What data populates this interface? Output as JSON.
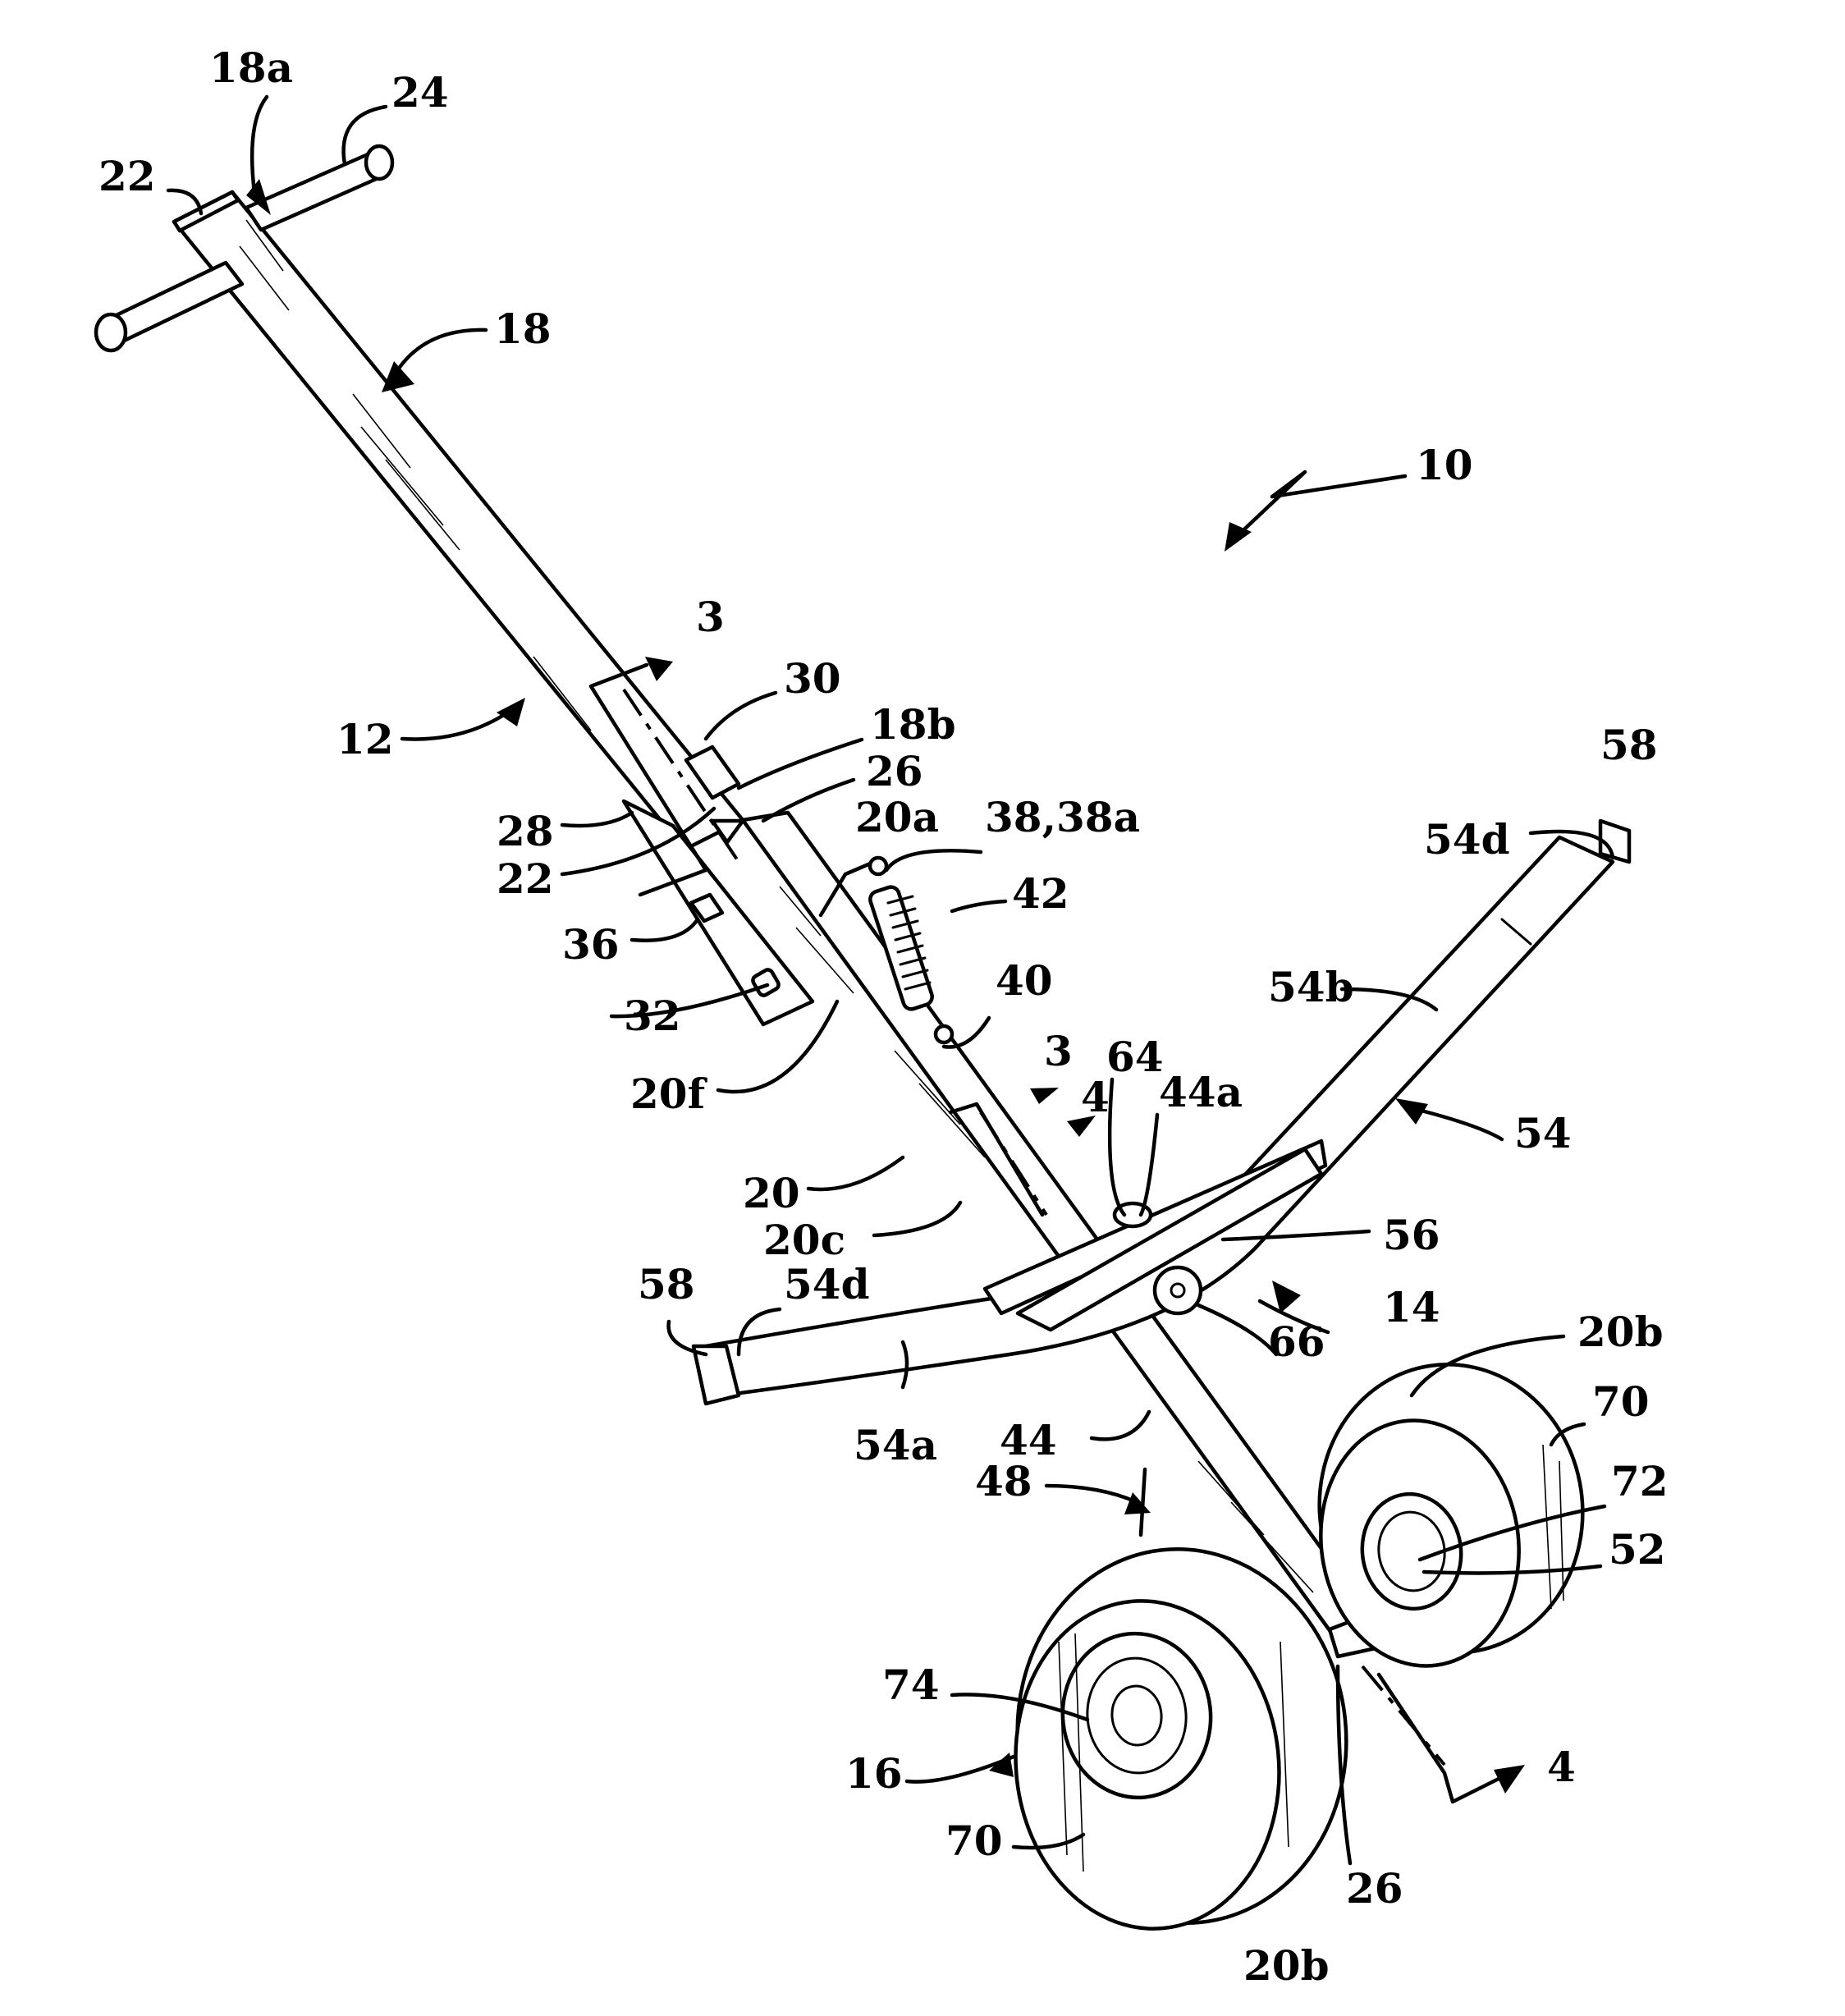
{
  "figure": {
    "labels": {
      "l_18a": "18a",
      "l_24": "24",
      "l_22_top": "22",
      "l_18": "18",
      "l_10": "10",
      "l_3_top": "3",
      "l_30": "30",
      "l_18b": "18b",
      "l_12": "12",
      "l_26_mid": "26",
      "l_20a": "20a",
      "l_38": "38,38a",
      "l_28": "28",
      "l_22_mid": "22",
      "l_42": "42",
      "l_36": "36",
      "l_58_right": "58",
      "l_54d_right": "54d",
      "l_40": "40",
      "l_32": "32",
      "l_54b": "54b",
      "l_3_bottom": "3",
      "l_64": "64",
      "l_44a": "44a",
      "l_20f": "20f",
      "l_4_top": "4",
      "l_54": "54",
      "l_20": "20",
      "l_20c": "20c",
      "l_56": "56",
      "l_58_left": "58",
      "l_54d_left": "54d",
      "l_14": "14",
      "l_66": "66",
      "l_20b_top": "20b",
      "l_70_right": "70",
      "l_44": "44",
      "l_54a": "54a",
      "l_48": "48",
      "l_72": "72",
      "l_52": "52",
      "l_74": "74",
      "l_4_bottom": "4",
      "l_16": "16",
      "l_70_left": "70",
      "l_26_bottom": "26",
      "l_20b_bottom": "20b"
    }
  }
}
